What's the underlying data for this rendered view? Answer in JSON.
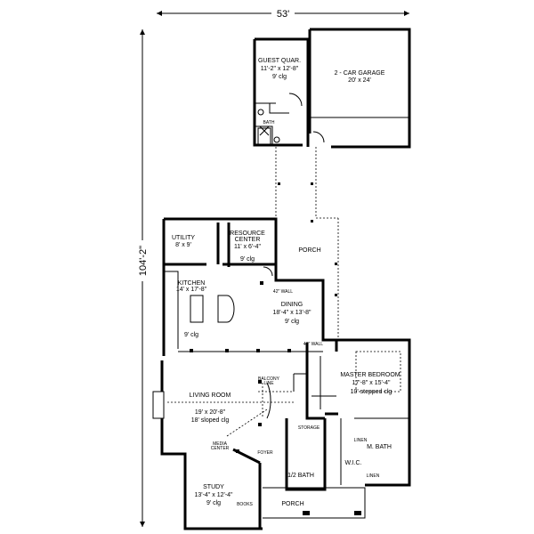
{
  "dimensions": {
    "width": "53'",
    "depth": "104'-2\""
  },
  "rooms": {
    "guest": {
      "name": "GUEST QUAR.",
      "size": "11'-2\" x 12'-8\"",
      "ceiling": "9' clg"
    },
    "guest_bath": {
      "name": "BATH"
    },
    "garage": {
      "name": "2 - CAR GARAGE",
      "size": "20' x 24'"
    },
    "porch_side": {
      "name": "PORCH"
    },
    "utility": {
      "name": "UTILITY",
      "size": "8' x 9'"
    },
    "resource": {
      "name_1": "RESOURCE",
      "name_2": "CENTER",
      "size": "11' x 6'-4\"",
      "ceiling": "9' clg"
    },
    "kitchen": {
      "name": "KITCHEN",
      "size": "14' x 17'-8\"",
      "ceiling": "9' clg"
    },
    "dining": {
      "name": "DINING",
      "size": "18'-4\" x 13'-8\"",
      "ceiling": "9' clg",
      "wall_note_1": "42\" WALL",
      "wall_note_2": "42\" WALL"
    },
    "master": {
      "name": "MASTER BEDROOM",
      "size": "17'-8\" x 15'-4\"",
      "ceiling": "10' stepped clg"
    },
    "living": {
      "name": "LIVING ROOM",
      "size": "19' x 20'-8\"",
      "ceiling": "18' sloped clg",
      "balcony_1": "BALCONY",
      "balcony_2": "LINE",
      "media_1": "MEDIA",
      "media_2": "CENTER"
    },
    "storage": {
      "name": "STORAGE"
    },
    "mbath": {
      "name": "M. BATH",
      "linen_1": "LINEN",
      "linen_2": "LINEN"
    },
    "foyer": {
      "name": "FOYER"
    },
    "wic": {
      "name": "W.I.C."
    },
    "half_bath": {
      "name": "1/2 BATH"
    },
    "study": {
      "name": "STUDY",
      "size": "13'-4\" x 12'-4\"",
      "ceiling": "9' clg",
      "books": "BOOKS"
    },
    "porch_front": {
      "name": "PORCH"
    }
  }
}
